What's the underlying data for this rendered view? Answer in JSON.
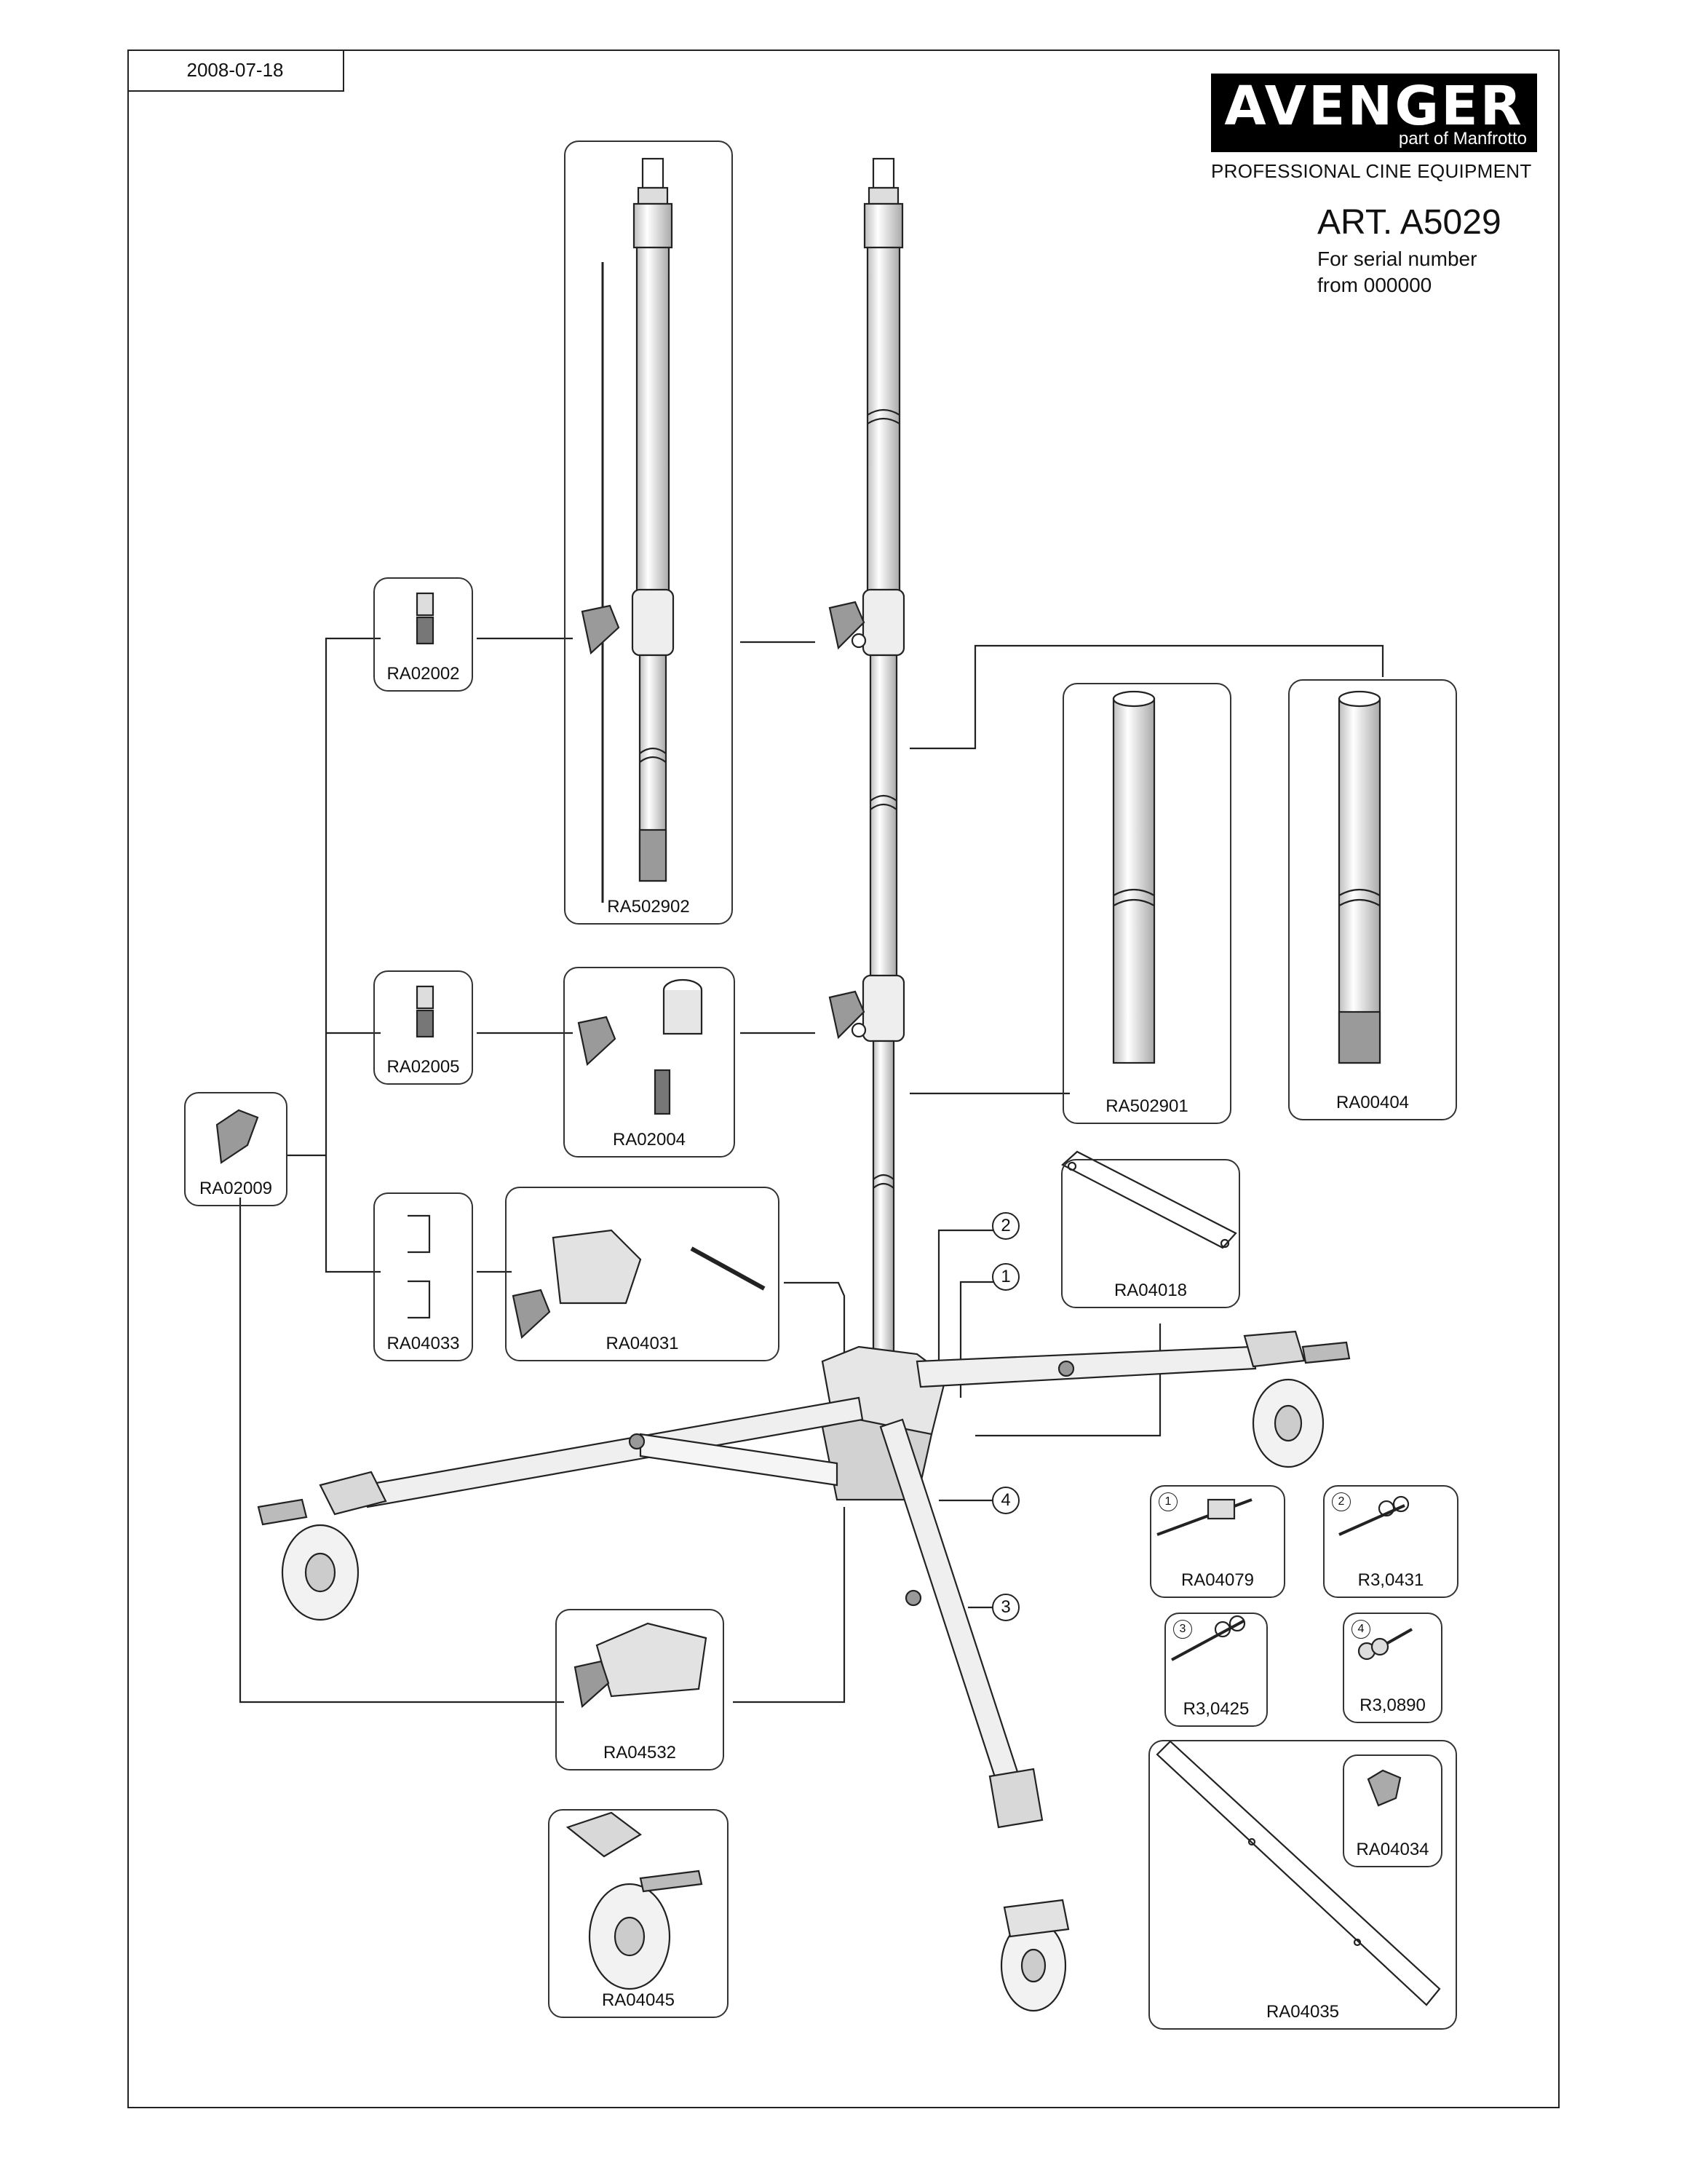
{
  "header": {
    "date": "2008-07-18",
    "brand": "AVENGER",
    "brand_sub": "part of Manfrotto",
    "tagline": "PROFESSIONAL CINE EQUIPMENT",
    "article": "ART. A5029",
    "serial_line1": "For serial number",
    "serial_line2": "from 000000"
  },
  "parts": {
    "ra502902": "RA502902",
    "ra02002": "RA02002",
    "ra02005": "RA02005",
    "ra02004": "RA02004",
    "ra02009": "RA02009",
    "ra04033": "RA04033",
    "ra04031": "RA04031",
    "ra502901": "RA502901",
    "ra00404": "RA00404",
    "ra04018": "RA04018",
    "ra04079": "RA04079",
    "r30431": "R3,0431",
    "r30425": "R3,0425",
    "r30890": "R3,0890",
    "ra04532": "RA04532",
    "ra04045": "RA04045",
    "ra04034": "RA04034",
    "ra04035": "RA04035"
  },
  "callouts": [
    "1",
    "2",
    "3",
    "4"
  ],
  "colors": {
    "line": "#222222",
    "fill_light": "#e6e6e6",
    "fill_mid": "#9a9a9a",
    "logo_bg": "#000000"
  }
}
